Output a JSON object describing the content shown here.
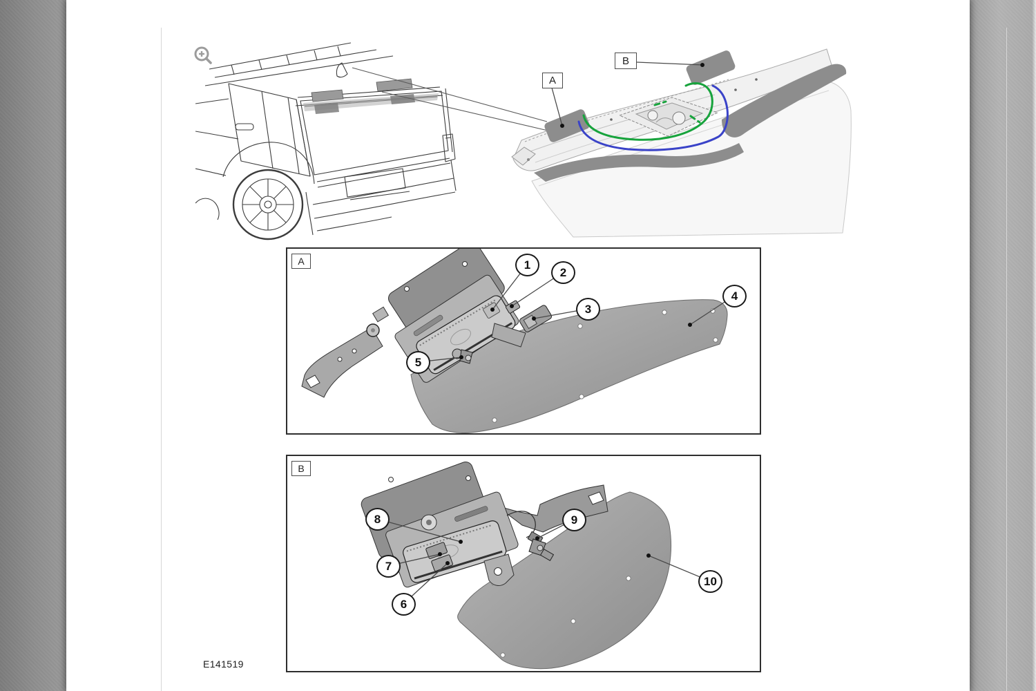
{
  "icons": {
    "zoom_in": "magnifier-plus"
  },
  "colors": {
    "wire_green": "#17a33c",
    "wire_blue": "#3a43c8",
    "desktop_left": "#8a8a8a",
    "desktop_right": "#b0b0b0",
    "panel_gray": "#9a9a9a",
    "plate_dark": "#909090",
    "bracket_gray": "#b4b4b4",
    "motor_gray": "#cbcbcb",
    "outline_dark": "#333333"
  },
  "overview": {
    "label_a": "A",
    "label_b": "B"
  },
  "figure_a": {
    "label": "A",
    "callouts": [
      {
        "n": "1"
      },
      {
        "n": "2"
      },
      {
        "n": "3"
      },
      {
        "n": "4"
      },
      {
        "n": "5"
      }
    ]
  },
  "figure_b": {
    "label": "B",
    "callouts": [
      {
        "n": "8"
      },
      {
        "n": "9"
      },
      {
        "n": "7"
      },
      {
        "n": "6"
      },
      {
        "n": "10"
      }
    ]
  },
  "footer": {
    "figure_code": "E141519"
  }
}
